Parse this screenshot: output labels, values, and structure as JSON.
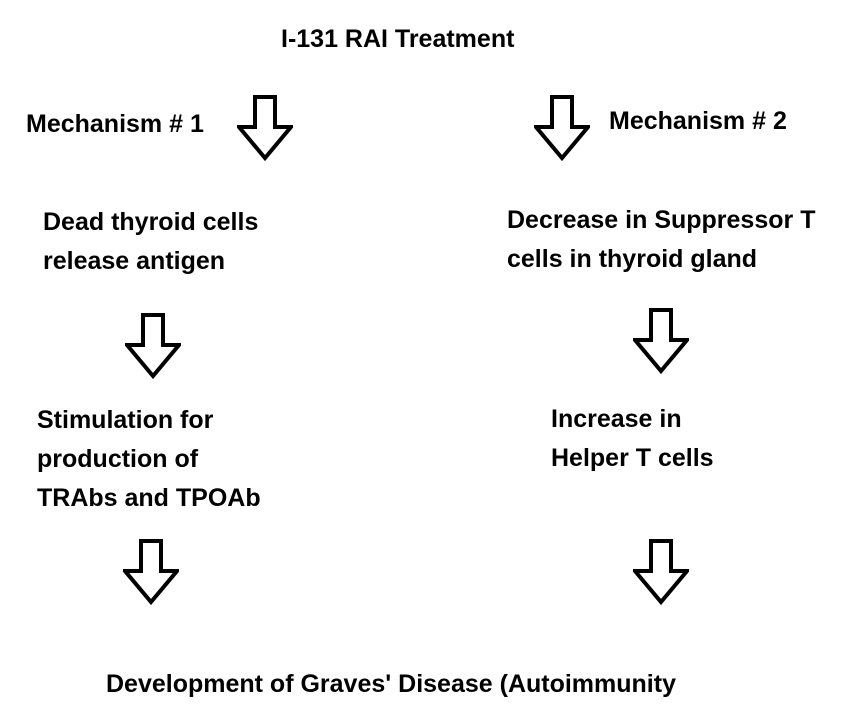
{
  "diagram": {
    "title": "I-131 RAI Treatment",
    "mechanism1": {
      "label": "Mechanism # 1",
      "step1": [
        "Dead thyroid cells",
        "release antigen"
      ],
      "step2": [
        "Stimulation for",
        "production of",
        "TRAbs and TPOAb"
      ]
    },
    "mechanism2": {
      "label": "Mechanism # 2",
      "step1": [
        "Decrease in Suppressor T",
        "cells in thyroid gland"
      ],
      "step2": [
        "Increase in",
        "Helper T cells"
      ]
    },
    "outcome": "Development of Graves' Disease (Autoimmunity",
    "colors": {
      "text": "#000000",
      "arrow_stroke": "#000000",
      "arrow_fill": "#ffffff",
      "background": "#ffffff"
    },
    "icons": {
      "arrow": "down-arrow-outline-icon"
    }
  }
}
